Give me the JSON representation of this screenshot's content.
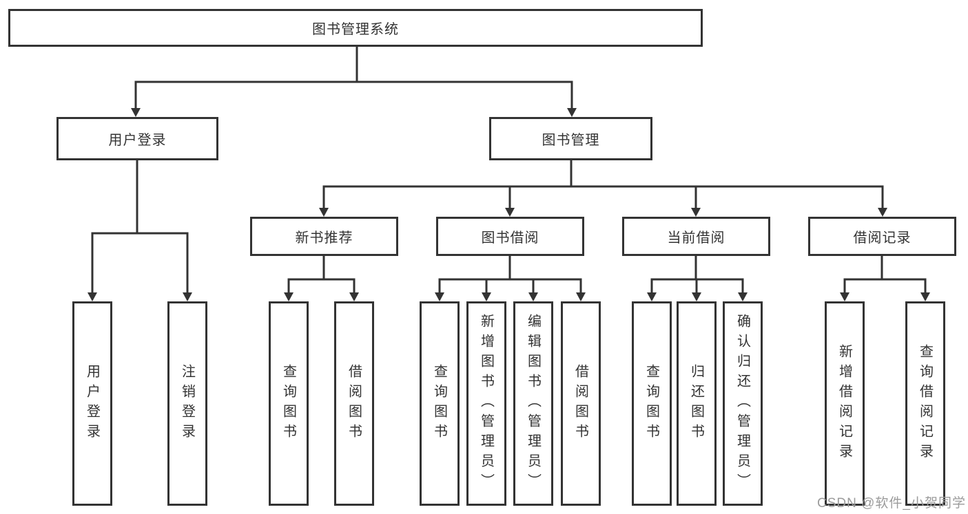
{
  "diagram": {
    "title": "图书管理系统",
    "root": {
      "label": "图书管理系统"
    },
    "level2": [
      {
        "id": "user-login",
        "label": "用户登录"
      },
      {
        "id": "book-management",
        "label": "图书管理"
      }
    ],
    "level3": [
      {
        "id": "new-book-recommend",
        "label": "新书推荐"
      },
      {
        "id": "book-borrowing",
        "label": "图书借阅"
      },
      {
        "id": "current-borrowing",
        "label": "当前借阅"
      },
      {
        "id": "borrowing-records",
        "label": "借阅记录"
      }
    ],
    "leaves": {
      "user_login": [
        "用户登录",
        "注销登录"
      ],
      "new_books": [
        "查询图书",
        "借阅图书"
      ],
      "book_borrow": [
        "查询图书",
        "新增图书（管理员）",
        "编辑图书（管理员）",
        "借阅图书"
      ],
      "current_borrow": [
        "查询图书",
        "归还图书",
        "确认归还（管理员）"
      ],
      "borrow_records": [
        "新增借阅记录",
        "查询借阅记录"
      ]
    }
  },
  "colors": {
    "line": "#333333",
    "text": "#333333",
    "box_background": "#ffffff",
    "watermark": "#9b9b9b"
  },
  "watermark": {
    "text": "CSDN @软件_小贺同学"
  }
}
